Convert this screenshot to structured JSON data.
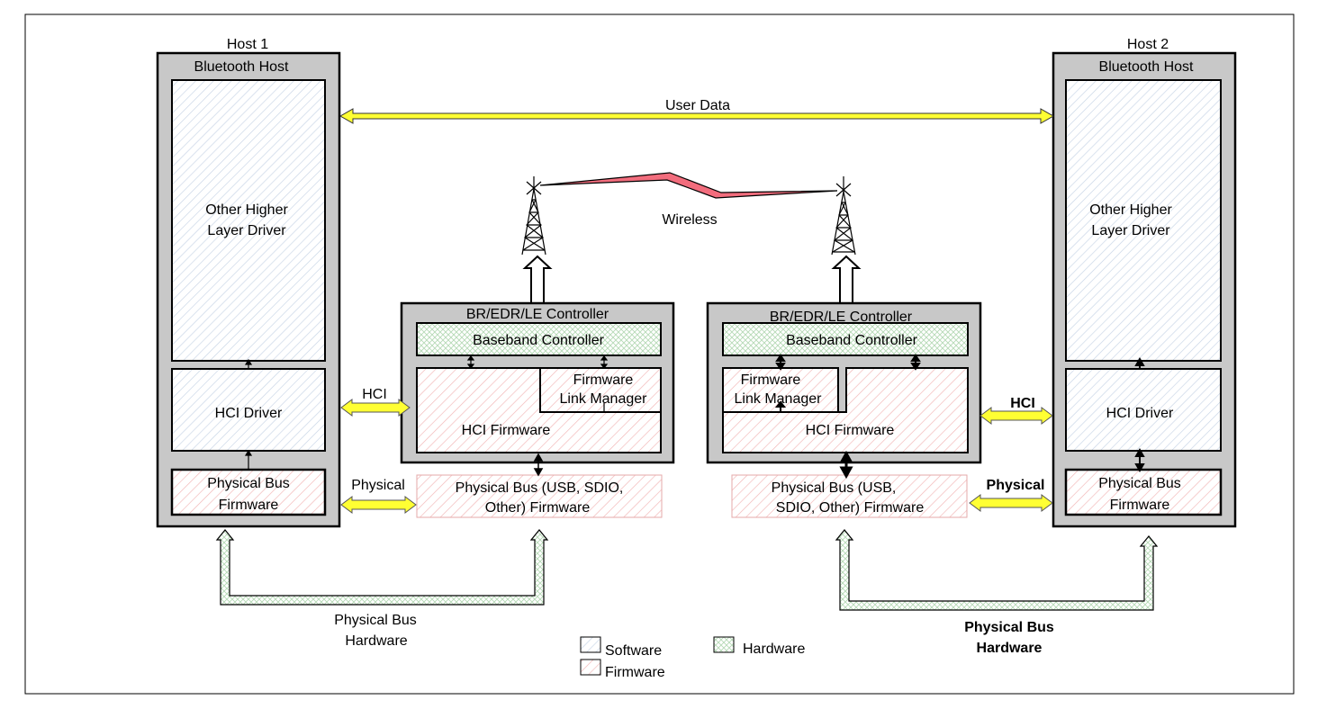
{
  "labels": {
    "host1": "Host 1",
    "host2": "Host 2",
    "bluetooth_host": "Bluetooth Host",
    "other_higher_line1": "Other Higher",
    "other_higher_line2": "Layer Driver",
    "hci_driver": "HCI Driver",
    "physical_bus_fw_line1": "Physical Bus",
    "physical_bus_fw_line2": "Firmware",
    "user_data": "User Data",
    "wireless": "Wireless",
    "controller_title": "BR/EDR/LE Controller",
    "baseband_controller": "Baseband Controller",
    "firmware_lm_line1": "Firmware",
    "firmware_lm_line2": "Link Manager",
    "hci_firmware": "HCI Firmware",
    "ctrl1_bus_line1": "Physical Bus (USB, SDIO,",
    "ctrl1_bus_line2": "Other) Firmware",
    "ctrl2_bus_line1": "Physical Bus (USB,",
    "ctrl2_bus_line2": "SDIO, Other) Firmware",
    "hci": "HCI",
    "physical": "Physical",
    "phys_hw_line1": "Physical Bus",
    "phys_hw_line2": "Hardware"
  },
  "legend": {
    "software": "Software",
    "firmware": "Firmware",
    "hardware": "Hardware"
  },
  "colors": {
    "host_fill": "#c8c8c8",
    "software_hatch": "#c7d4e6",
    "firmware_hatch": "#f2b5b5",
    "hardware_hatch": "#b5d9b5",
    "yellow_arrow": "#ffff33",
    "wireless_bolt": "#f26d7d"
  }
}
